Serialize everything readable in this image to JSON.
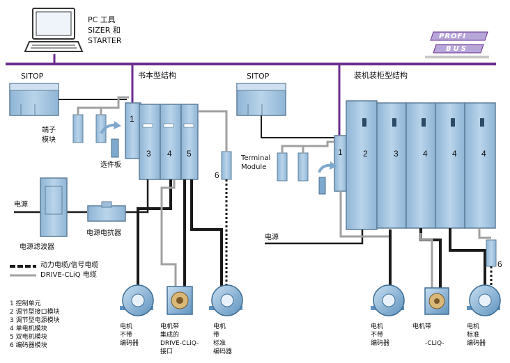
{
  "pc": {
    "line1": "PC 工具",
    "line2": "SIZER 和",
    "line3": "STARTER"
  },
  "profibus": {
    "line1": "PROFI",
    "line2": "BUS"
  },
  "sitop_left": "SITOP",
  "sitop_right": "SITOP",
  "booksize_title": "书本型结构",
  "chassis_title": "装机装柜型结构",
  "terminal_module_left": {
    "line1": "端子",
    "line2": "模块"
  },
  "option_board": "选件板",
  "terminal_module_right": {
    "line1": "Terminal",
    "line2": "Module"
  },
  "power_label_left": "电源",
  "power_label_right": "电源",
  "line_filter": "电源滤波器",
  "line_reactor": "电源电抗器",
  "legend": {
    "power_signal_cable": "动力电缆/信号电缆",
    "drive_cliq_cable": "DRIVE-CLiQ 电缆"
  },
  "module_numbers": {
    "booksize": [
      "1",
      "3",
      "4",
      "5",
      "6"
    ],
    "chassis": [
      "1",
      "2",
      "3",
      "4",
      "4",
      "4",
      "6"
    ]
  },
  "key": [
    "1  控制单元",
    "2  调节型接口模块",
    "3  调节型电源模块",
    "4  单电机模块",
    "5  双电机模块",
    "6  编码器模块"
  ],
  "motors_left": [
    {
      "lines": [
        "电机",
        "不带",
        "编码器"
      ]
    },
    {
      "lines": [
        "电机带",
        "集成的",
        "DRIVE-CLiQ-",
        "接口"
      ]
    },
    {
      "lines": [
        "电机",
        "带",
        "标准",
        "编码器"
      ]
    }
  ],
  "motors_right": [
    {
      "lines": [
        "电机",
        "不带",
        "编码器"
      ]
    },
    {
      "lines": [
        "电机带",
        "",
        "-CLiQ-"
      ]
    },
    {
      "lines": [
        "电机",
        "标准",
        "编码器"
      ]
    }
  ],
  "colors": {
    "bus": "#6a2d8c",
    "module_fill": "#a9c8e2",
    "module_edge": "#5e7f99",
    "power_cable": "#1a1a1a",
    "cliq_cable": "#a0a0a0",
    "motor": "#7fb0d6"
  }
}
